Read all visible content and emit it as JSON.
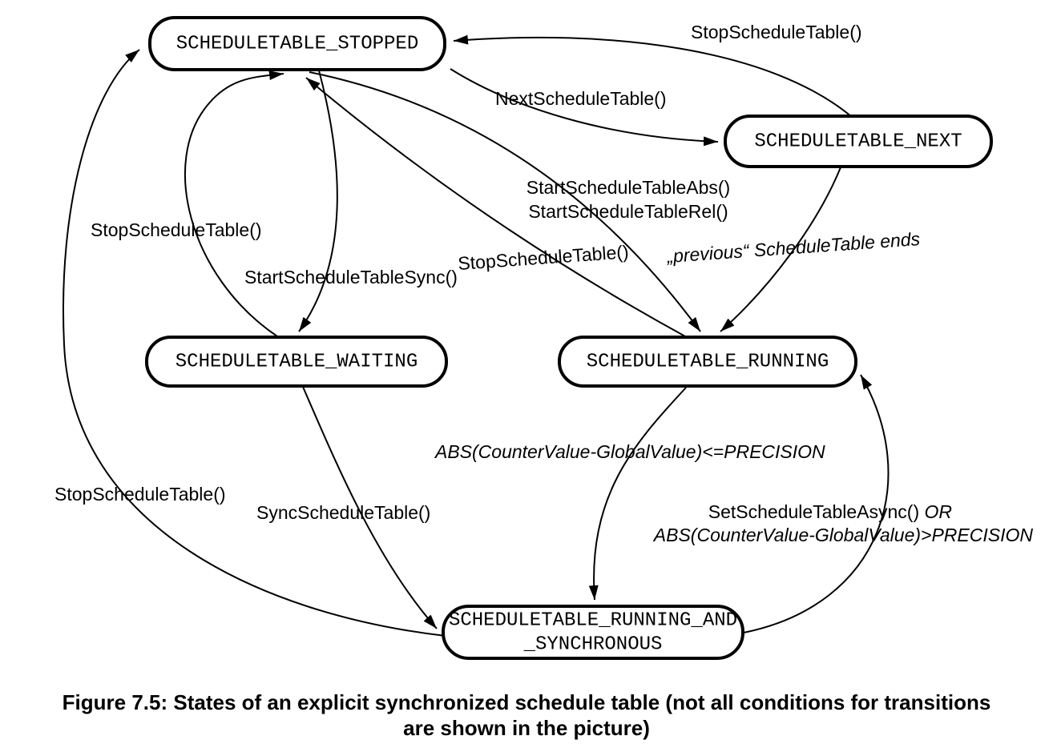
{
  "figure": {
    "states": {
      "stopped": "SCHEDULETABLE_STOPPED",
      "next": "SCHEDULETABLE_NEXT",
      "waiting": "SCHEDULETABLE_WAITING",
      "running": "SCHEDULETABLE_RUNNING",
      "running_sync_line1": "SCHEDULETABLE_RUNNING_AND",
      "running_sync_line2": "_SYNCHRONOUS"
    },
    "transitions": {
      "next_to_stopped": "StopScheduleTable()",
      "stopped_to_next": "NextScheduleTable()",
      "stopped_to_running_line1": "StartScheduleTableAbs()",
      "stopped_to_running_line2": "StartScheduleTableRel()",
      "running_to_stopped": "StopScheduleTable()",
      "next_to_running": "„previous“ ScheduleTable ends",
      "waiting_to_stopped": "StopScheduleTable()",
      "stopped_to_waiting": "StartScheduleTableSync()",
      "waiting_to_sync": "SyncScheduleTable()",
      "running_to_sync": "ABS(CounterValue-GlobalValue)<=PRECISION",
      "sync_to_running_part1": "SetScheduleTableAsync()",
      "sync_to_running_part2": " OR",
      "sync_to_running_line2": "ABS(CounterValue-GlobalValue)>PRECISION",
      "sync_to_stopped": "StopScheduleTable()"
    },
    "caption_line1": "Figure 7.5: States of an explicit synchronized schedule table (not all conditions for transitions",
    "caption_line2": "are shown in the picture)"
  }
}
